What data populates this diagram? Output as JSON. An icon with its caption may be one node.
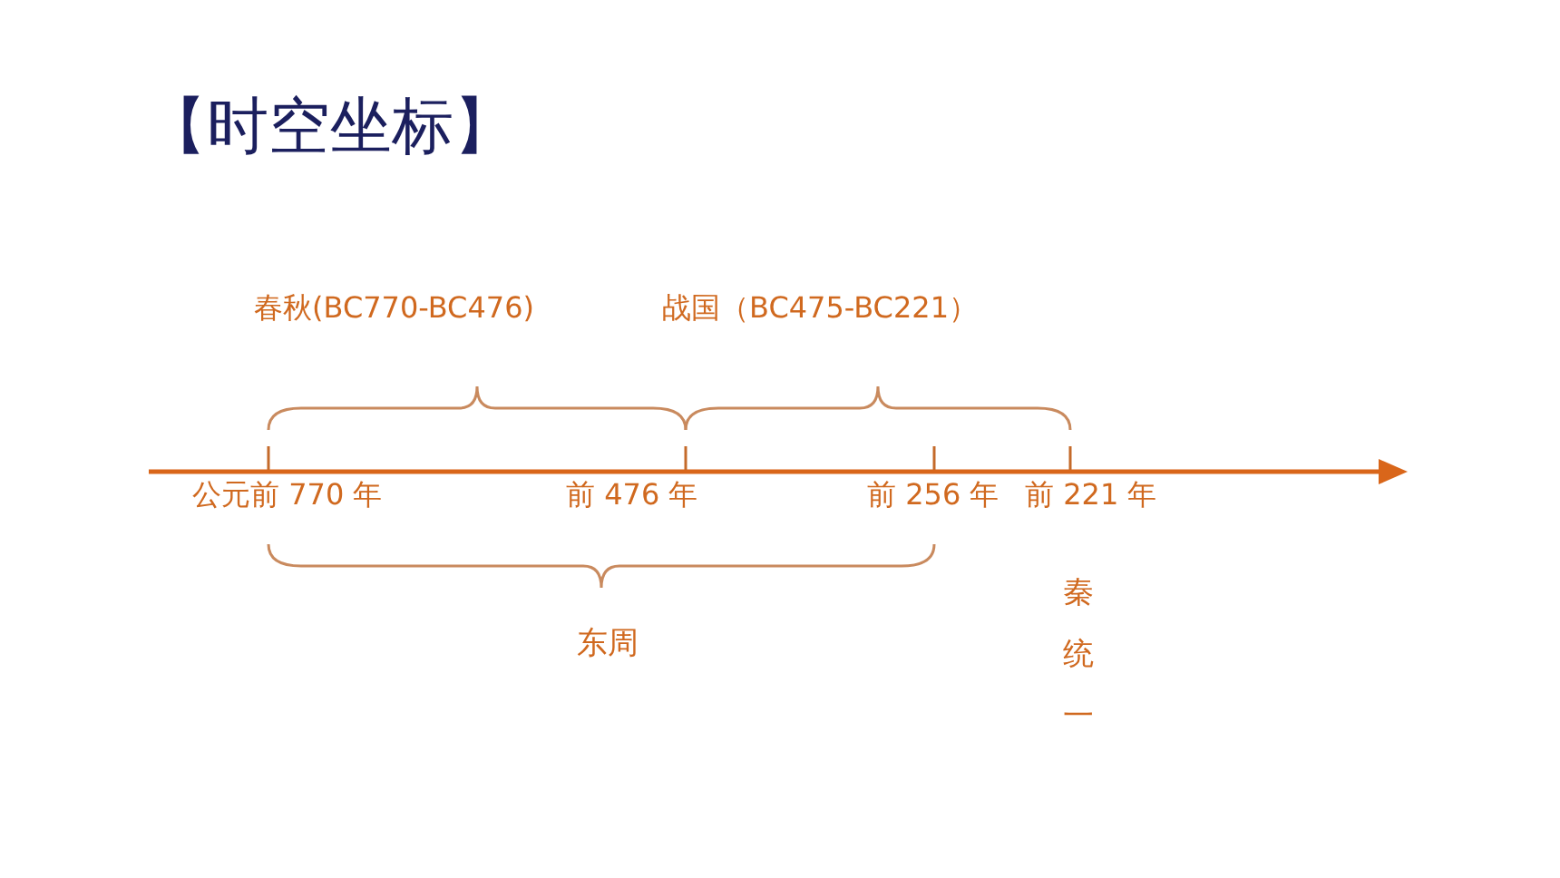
{
  "diagram": {
    "title": "【时空坐标】",
    "labels": [
      "春秋(BC770-BC476)",
      "战国（BC475-BC221）",
      "公元前 770 年",
      "前 476 年",
      "前 256 年",
      "前 221 年",
      "东周",
      "秦统一"
    ]
  }
}
